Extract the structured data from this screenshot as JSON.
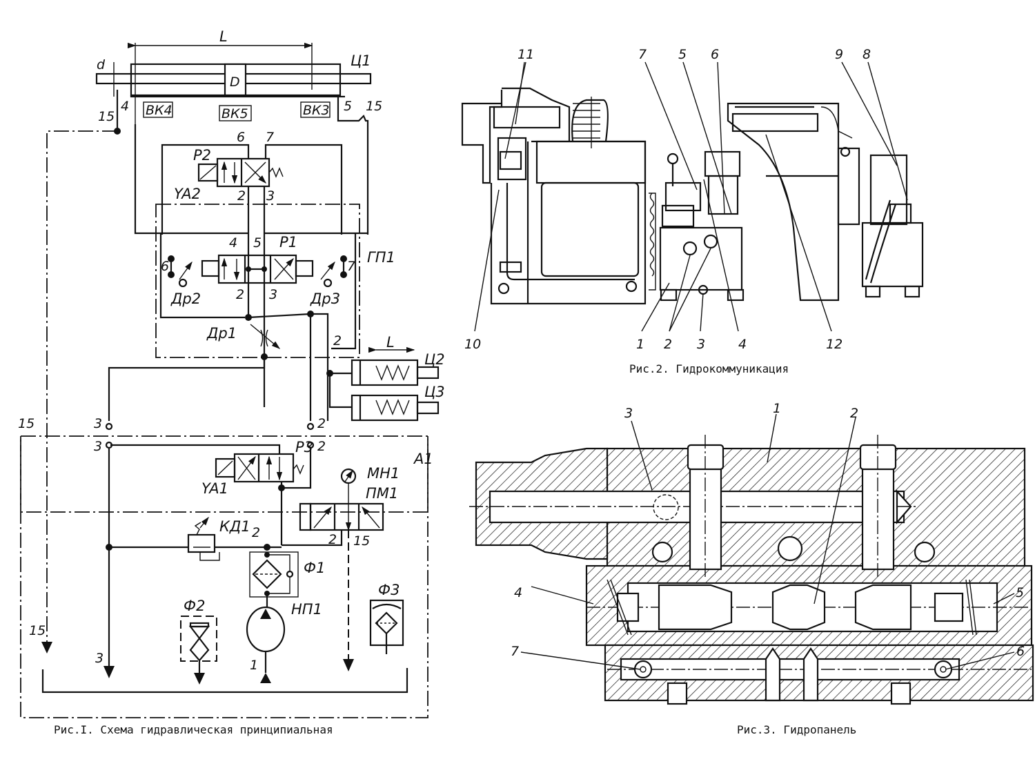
{
  "figure1": {
    "caption": "Рис.I. Схема гидравлическая принципиальная",
    "labels": {
      "L": "L",
      "d": "d",
      "D": "D",
      "c1": "Ц1",
      "bk4": "ВК4",
      "bk5": "ВК5",
      "bk3": "ВК3",
      "p4": "4",
      "p5": "5",
      "p15a": "15",
      "p15b": "15",
      "p6": "6",
      "p7": "7",
      "p2": "Р2",
      "ya2": "YA2",
      "p2b": "2",
      "p3b": "3",
      "q4": "4",
      "q5": "5",
      "p1": "Р1",
      "gp1": "ГП1",
      "q6": "6",
      "q7": "7",
      "dr2": "Др2",
      "dr3": "Др3",
      "q2": "2",
      "q3": "3",
      "dr1": "Др1",
      "r2": "2",
      "L2": "L",
      "c2": "Ц2",
      "c3": "Ц3",
      "t15": "15",
      "t3a": "3",
      "t2a": "2",
      "t3b": "3",
      "t2b": "2",
      "p3": "Р3",
      "a1": "А1",
      "ya1": "YA1",
      "mn1": "МН1",
      "pm1": "ПМ1",
      "kd1": "КД1",
      "s2": "2",
      "u2": "2",
      "u15": "15",
      "f1": "Ф1",
      "np1": "НП1",
      "f2": "Ф2",
      "f3": "Ф3",
      "b15": "15",
      "b3": "3",
      "b1": "1"
    }
  },
  "figure2": {
    "caption": "Рис.2. Гидрокоммуникация",
    "callouts": [
      "11",
      "7",
      "5",
      "6",
      "9",
      "8",
      "10",
      "1",
      "2",
      "3",
      "4",
      "12"
    ]
  },
  "figure3": {
    "caption": "Рис.3. Гидропанель",
    "callouts": [
      "3",
      "1",
      "2",
      "4",
      "5",
      "7",
      "6"
    ]
  }
}
